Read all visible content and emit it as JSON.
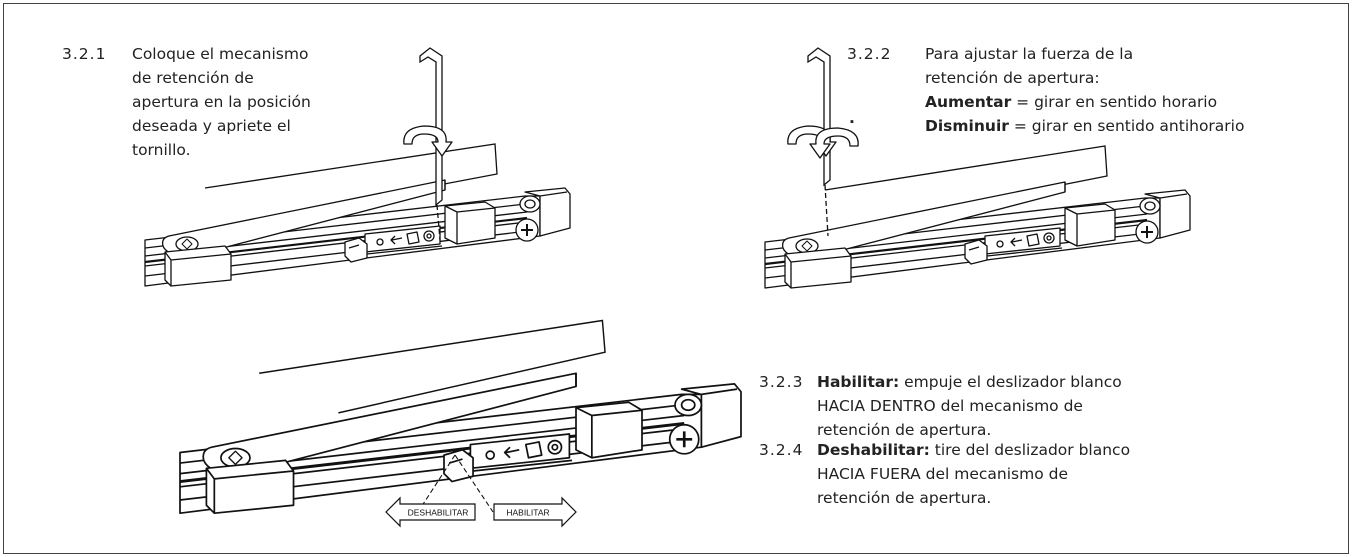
{
  "steps": {
    "s321": {
      "number": "3.2.1",
      "lines": [
        "Coloque el mecanismo",
        "de retención de",
        "apertura en la posición",
        "deseada y apriete el",
        "tornillo."
      ]
    },
    "s322": {
      "number": "3.2.2",
      "line1": "Para ajustar la fuerza de la",
      "line2": "retención de apertura:",
      "increase_label": "Aumentar",
      "increase_text": " = girar en sentido horario",
      "decrease_label": "Disminuir",
      "decrease_text": " = girar en sentido antihorario",
      "bullet": "."
    },
    "s323": {
      "number": "3.2.3",
      "label": "Habilitar:",
      "line1": " empuje el deslizador blanco",
      "line2": "HACIA DENTRO del mecanismo de",
      "line3": "retención de apertura."
    },
    "s324": {
      "number": "3.2.4",
      "label": "Deshabilitar:",
      "line1": " tire del deslizador blanco",
      "line2": "HACIA FUERA del mecanismo de",
      "line3": "retención de apertura."
    }
  },
  "arrows": {
    "disable": "DESHABILITAR",
    "enable": "HABILITAR"
  },
  "colors": {
    "line": "#111111",
    "frame": "#444444",
    "text": "#222222"
  }
}
